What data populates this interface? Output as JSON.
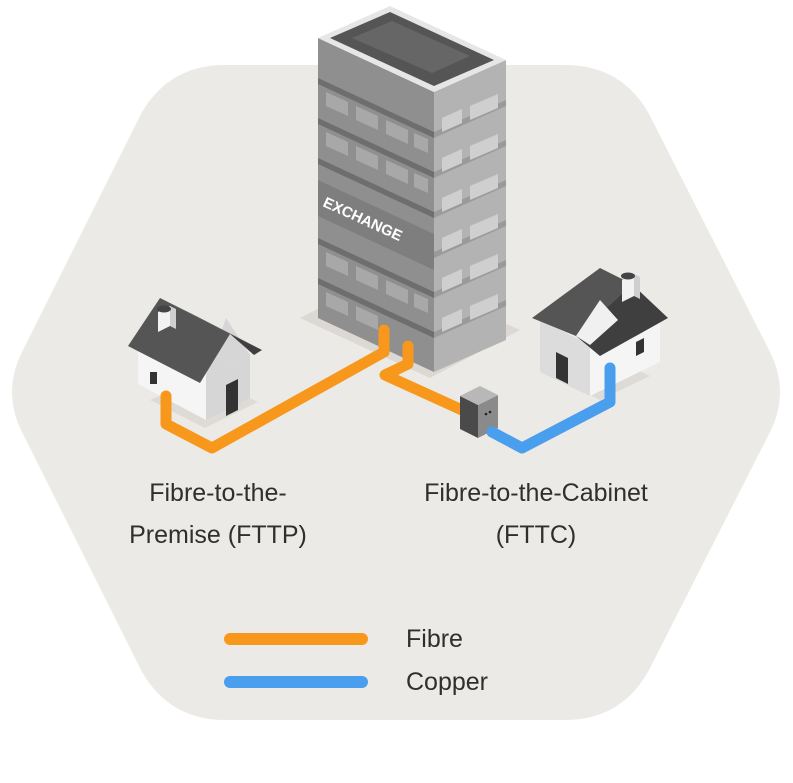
{
  "building": {
    "sign": "EXCHANGE"
  },
  "labels": {
    "fttp_line1": "Fibre-to-the-",
    "fttp_line2": "Premise (FTTP)",
    "fttc_line1": "Fibre-to-the-Cabinet",
    "fttc_line2": "(FTTC)"
  },
  "legend": {
    "fibre": {
      "label": "Fibre",
      "color": "#F7981D"
    },
    "copper": {
      "label": "Copper",
      "color": "#4A9EEE"
    }
  },
  "colors": {
    "background_hex": "#ECEAE6"
  }
}
